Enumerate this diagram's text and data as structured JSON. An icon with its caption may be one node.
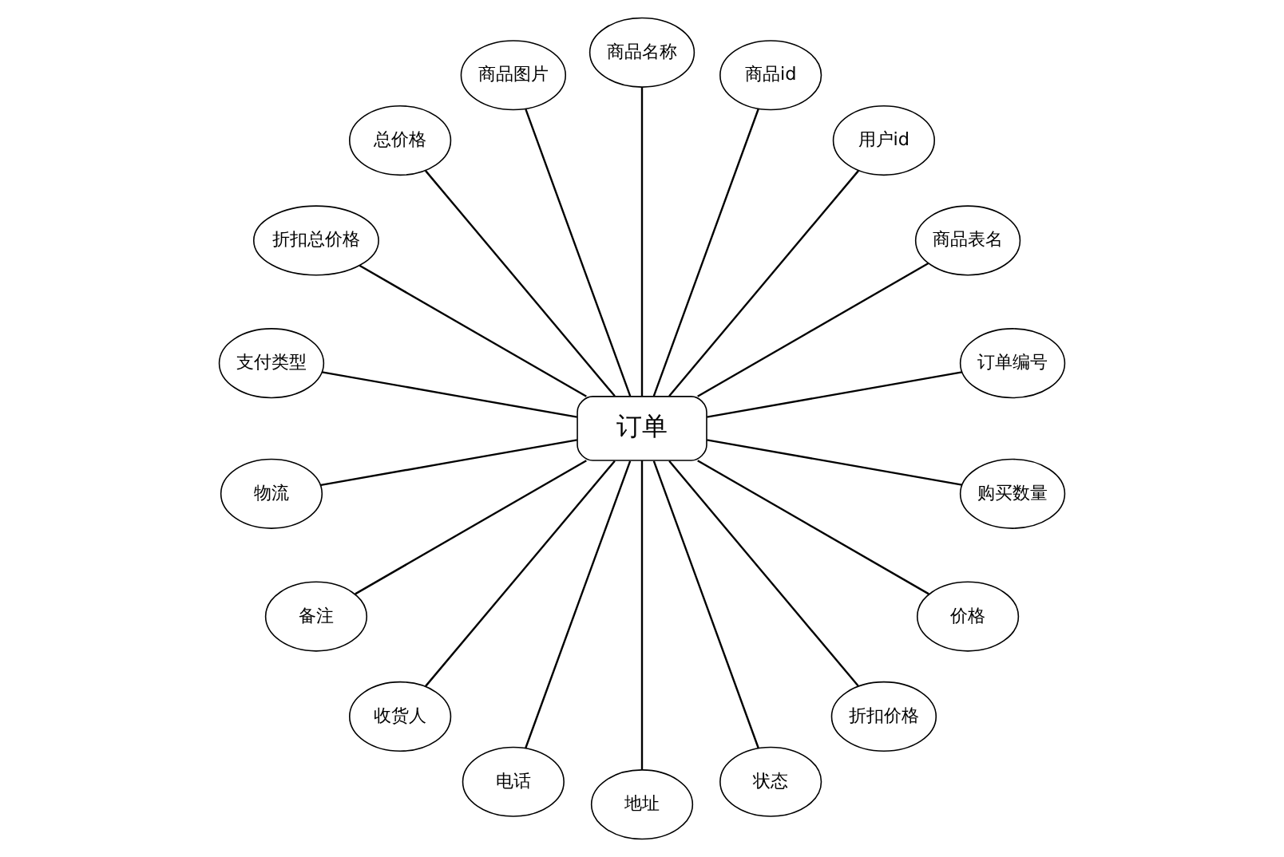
{
  "diagram": {
    "nodes": [
      {
        "text": [
          "订单"
        ]
      },
      {
        "text": [
          "订单编号"
        ]
      },
      {
        "text": [
          "商品表名"
        ]
      },
      {
        "text": [
          "用户id"
        ]
      },
      {
        "text": [
          "商品id"
        ]
      },
      {
        "text": [
          "商品名称"
        ]
      },
      {
        "text": [
          "商品图片"
        ]
      },
      {
        "text": [
          "总价格"
        ]
      },
      {
        "text": [
          "折扣总价格"
        ]
      },
      {
        "text": [
          "支付类型"
        ]
      },
      {
        "text": [
          "物流"
        ]
      },
      {
        "text": [
          "备注"
        ]
      },
      {
        "text": [
          "收货人"
        ]
      },
      {
        "text": [
          "电话"
        ]
      },
      {
        "text": [
          "地址"
        ]
      },
      {
        "text": [
          "状态"
        ]
      },
      {
        "text": [
          "折扣价格"
        ]
      },
      {
        "text": [
          "价格"
        ]
      },
      {
        "text": [
          "购买数量"
        ]
      }
    ],
    "edges": [
      {
        "from": 0,
        "to": 1,
        "arrow": "none"
      },
      {
        "from": 0,
        "to": 2,
        "arrow": "none"
      },
      {
        "from": 0,
        "to": 3,
        "arrow": "none"
      },
      {
        "from": 0,
        "to": 4,
        "arrow": "none"
      },
      {
        "from": 0,
        "to": 5,
        "arrow": "none"
      },
      {
        "from": 0,
        "to": 6,
        "arrow": "none"
      },
      {
        "from": 0,
        "to": 7,
        "arrow": "none"
      },
      {
        "from": 0,
        "to": 8,
        "arrow": "none"
      },
      {
        "from": 0,
        "to": 9,
        "arrow": "none"
      },
      {
        "from": 0,
        "to": 10,
        "arrow": "none"
      },
      {
        "from": 0,
        "to": 11,
        "arrow": "none"
      },
      {
        "from": 0,
        "to": 12,
        "arrow": "none"
      },
      {
        "from": 0,
        "to": 13,
        "arrow": "none"
      },
      {
        "from": 0,
        "to": 14,
        "arrow": "none"
      },
      {
        "from": 0,
        "to": 15,
        "arrow": "none"
      },
      {
        "from": 0,
        "to": 16,
        "arrow": "none"
      },
      {
        "from": 0,
        "to": 17,
        "arrow": "none"
      },
      {
        "from": 0,
        "to": 18,
        "arrow": "none"
      }
    ]
  }
}
